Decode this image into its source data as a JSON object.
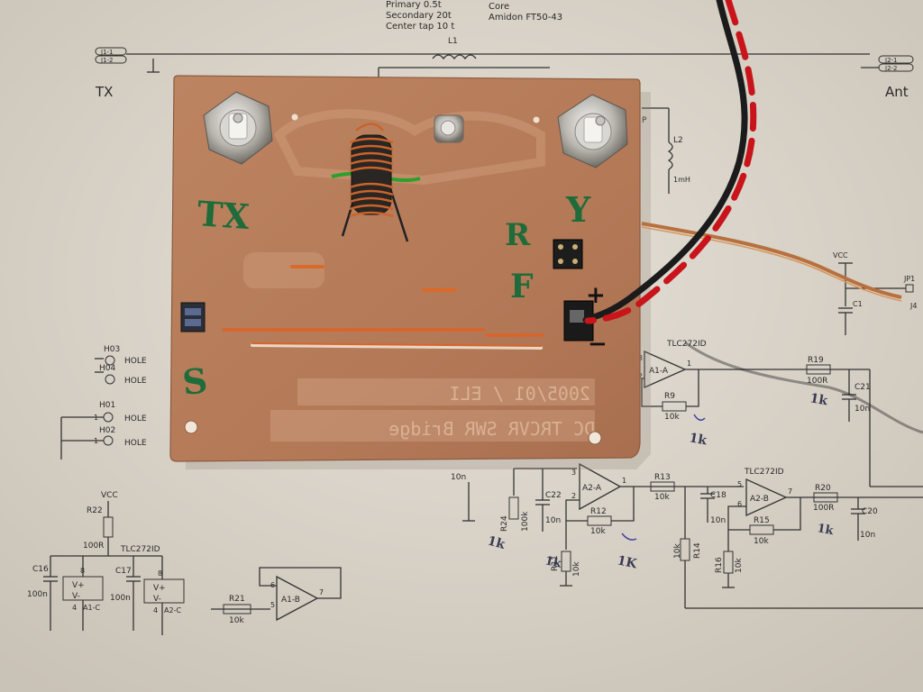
{
  "schematic": {
    "header": {
      "primary": "Primary 0.5t",
      "secondary": "Secondary 20t",
      "center_tap": "Center tap 10 t",
      "core_label": "Core",
      "core_value": "Amidon FT50-43"
    },
    "connectors": {
      "j1_1": "J1-1",
      "j1_2": "J1-2",
      "j2_1": "J2-1",
      "j2_2": "J2-2",
      "tx": "TX",
      "ant": "Ant",
      "l1": "L1",
      "jp1": "JP1",
      "j4": "J4",
      "p": "P"
    },
    "l2": {
      "name": "L2",
      "value": "1mH"
    },
    "vcc_right": "VCC",
    "holes": {
      "h03": "H03",
      "h04": "H04",
      "h01": "H01",
      "h02": "H02",
      "hole": "HOLE",
      "one": "1"
    },
    "left_block": {
      "vcc": "VCC",
      "r22": "R22",
      "r22_val": "100R",
      "tlc": "TLC272ID",
      "c16": "C16",
      "c16_val": "100n",
      "c17": "C17",
      "c17_val": "100n",
      "a1c": "A1-C",
      "a2c": "A2-C",
      "vplus": "V+",
      "vminus": "V-",
      "pin8": "8",
      "pin4": "4",
      "r21": "R21",
      "r21_val": "10k",
      "a1b": "A1-B",
      "p6": "6",
      "p5": "5",
      "p7": "7"
    },
    "right_block": {
      "tlc_a": "TLC272ID",
      "a1a": "A1-A",
      "r19": "R19",
      "r19_val": "100R",
      "c21": "C21",
      "c21_val": "10n",
      "r9": "R9",
      "r9_val": "10k",
      "c1": "C1",
      "c_10n": "10n",
      "a2a": "A2-A",
      "r13": "R13",
      "r13_val": "10k",
      "c18": "C18",
      "c18_val": "10n",
      "tlc_b": "TLC272ID",
      "a2b": "A2-B",
      "r20": "R20",
      "r20_val": "100R",
      "c20": "C20",
      "c20_val": "10n",
      "r24": "R24",
      "r24_val": "100k",
      "c22": "C22",
      "c22_val": "10n",
      "r12": "R12",
      "r12_val": "10k",
      "r15": "R15",
      "r15_val": "10k",
      "r11": "R11",
      "r11_val": "10k",
      "r14": "R14",
      "r14_val": "10k",
      "r16": "R16",
      "r16_val": "10k",
      "pin1": "1",
      "pin2": "2",
      "pin3": "3",
      "pin5": "5",
      "pin6": "6",
      "pin7": "7"
    },
    "handwritten": {
      "k1": "1k",
      "k2": "1k",
      "k3": "1k",
      "k4": "1k",
      "k5": "1K",
      "k6": "1k"
    }
  },
  "pcb": {
    "marker_tx": "TX",
    "marker_rf_r": "R",
    "marker_rf_f": "F",
    "marker_y": "Y",
    "marker_s": "S",
    "marker_plus": "+",
    "marker_minus": "−",
    "rev_text_1": "DC TRCVR SWR Bridge",
    "rev_text_2": "2005/01 / ELI"
  },
  "colors": {
    "paper": "#dcd6cc",
    "pcb": "#b47a58",
    "copper": "#c9642a",
    "marker_green": "#1f6b3a",
    "wire_red": "#c8141a",
    "wire_black": "#1b1b1b"
  }
}
